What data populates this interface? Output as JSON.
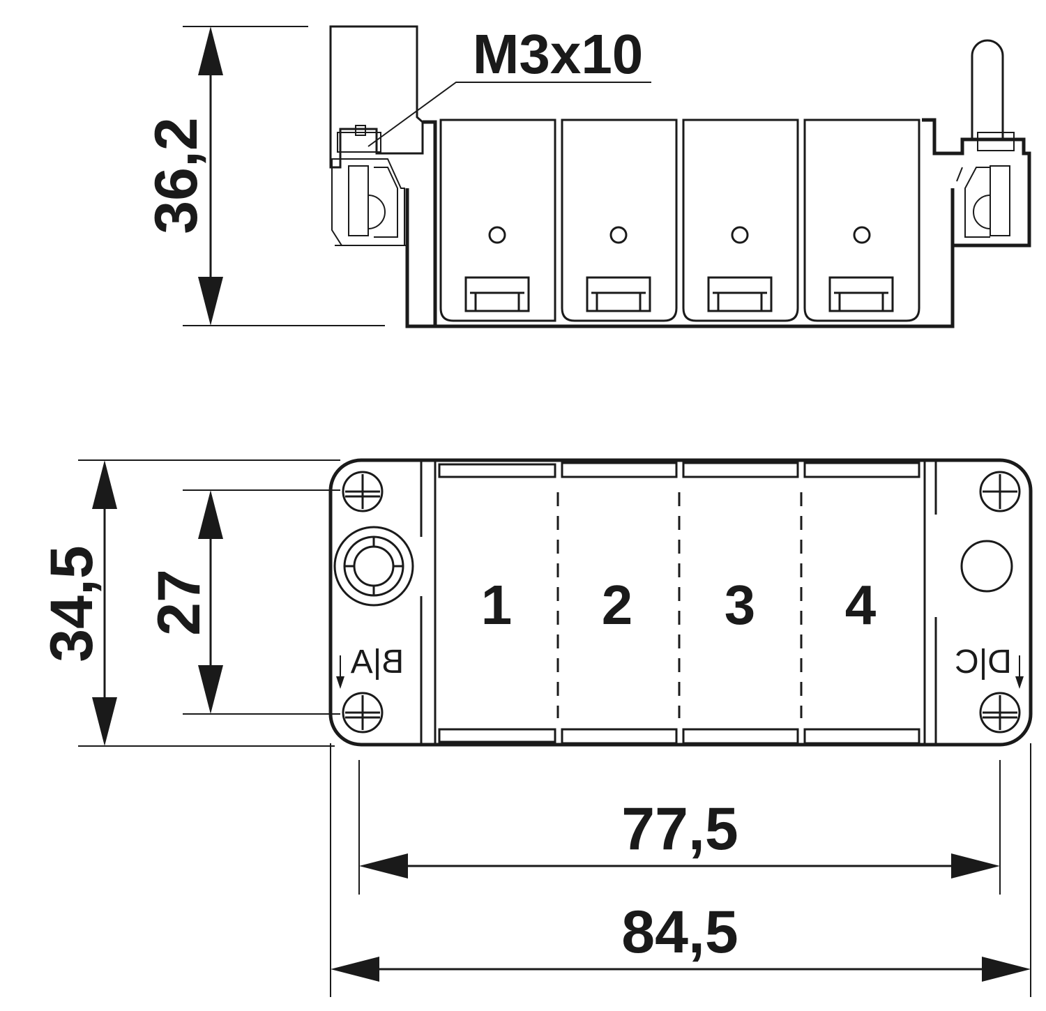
{
  "callout": {
    "screw_label": "M3x10"
  },
  "dimensions": {
    "side_height": "36,2",
    "outer_height": "34,5",
    "hole_spacing_vertical": "27",
    "hole_spacing_horizontal": "77,5",
    "outer_width": "84,5"
  },
  "front_view": {
    "module_numbers": [
      "1",
      "2",
      "3",
      "4"
    ],
    "coding_left": "B|A",
    "coding_right": "D|C"
  }
}
